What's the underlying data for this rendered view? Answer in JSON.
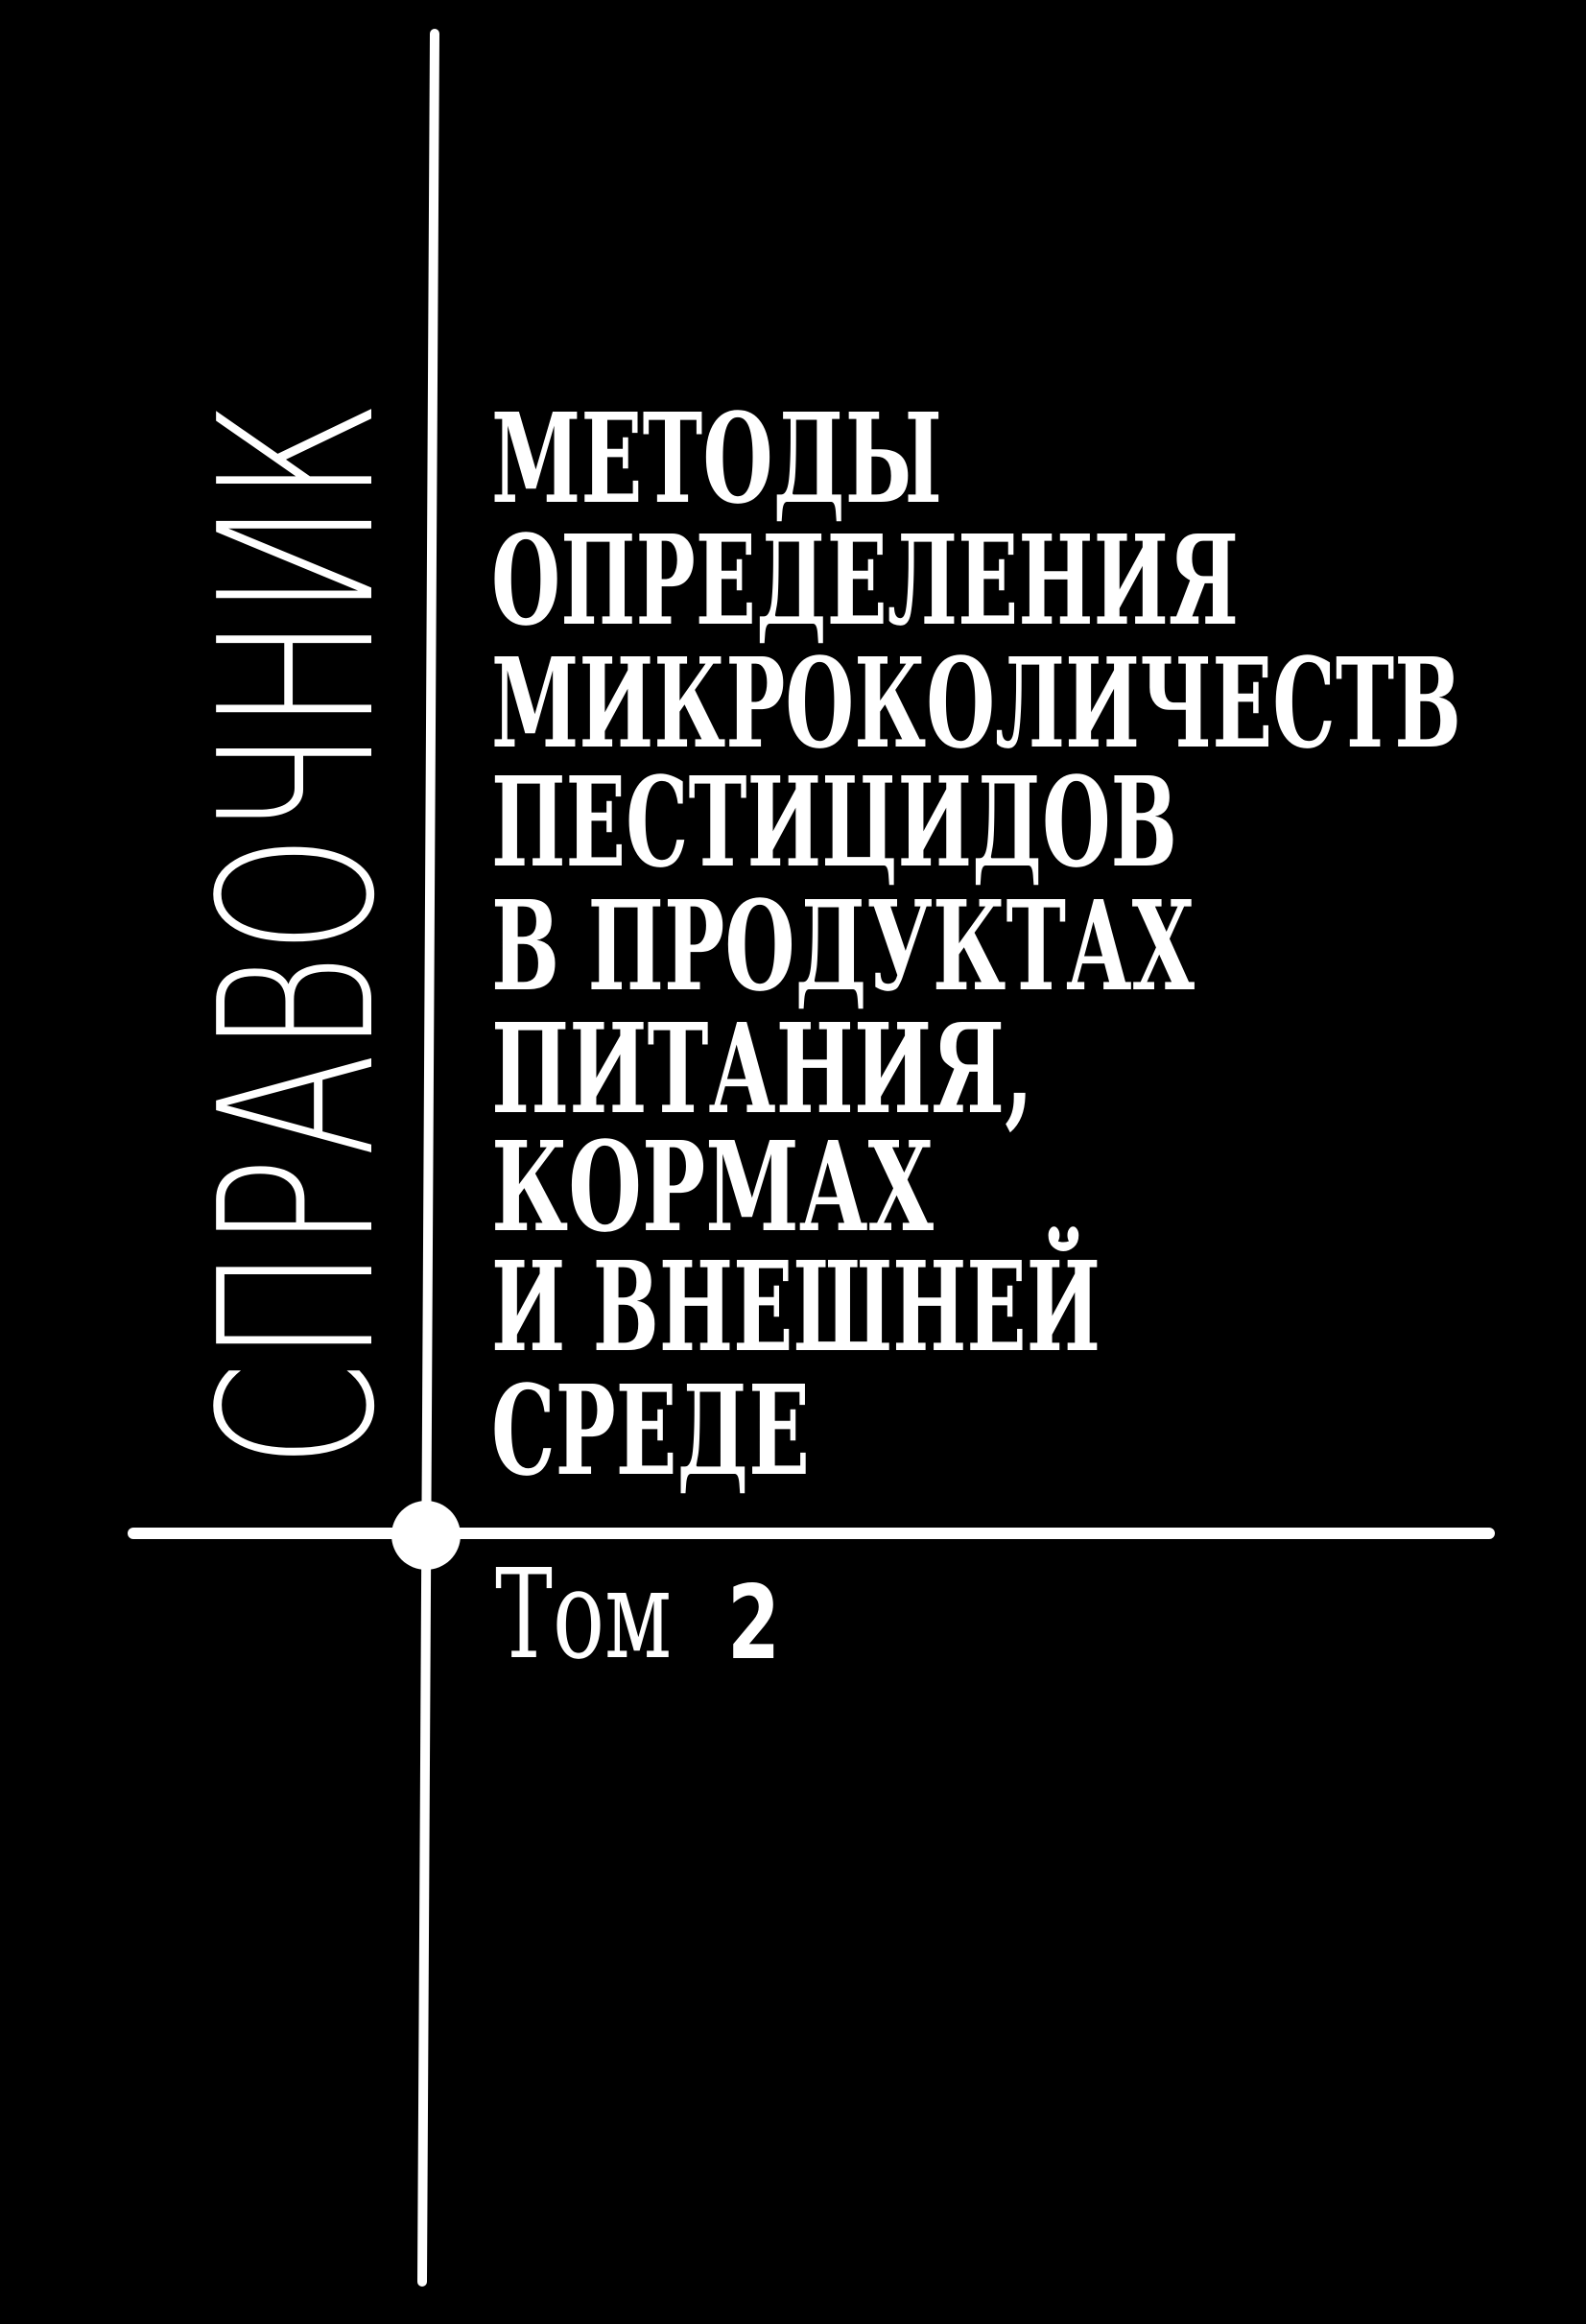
{
  "cover": {
    "background_color": "#000000",
    "foreground_color": "#ffffff",
    "series_label": "СПРАВОЧНИК",
    "title_lines": [
      "МЕТОДЫ",
      "ОПРЕДЕЛЕНИЯ",
      "МИКРОКОЛИЧЕСТВ",
      "ПЕСТИЦИДОВ",
      "В ПРОДУКТАХ",
      "ПИТАНИЯ,",
      "КОРМАХ",
      "И ВНЕШНЕЙ",
      "СРЕДЕ"
    ],
    "volume": {
      "word": "Том",
      "number": "2"
    }
  }
}
